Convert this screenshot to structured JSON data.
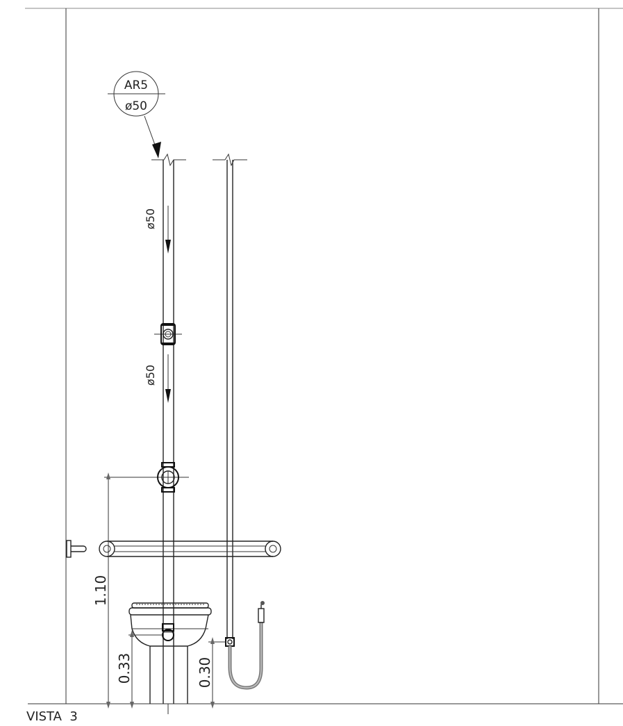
{
  "view_title": "VISTA  3",
  "tag": {
    "code": "AR5",
    "diameter": "ø50"
  },
  "pipe_labels": [
    "ø50",
    "ø50"
  ],
  "dimensions": {
    "register_height": "1.10",
    "wc_outlet_height": "0.33",
    "shower_outlet_height": "0.30"
  }
}
